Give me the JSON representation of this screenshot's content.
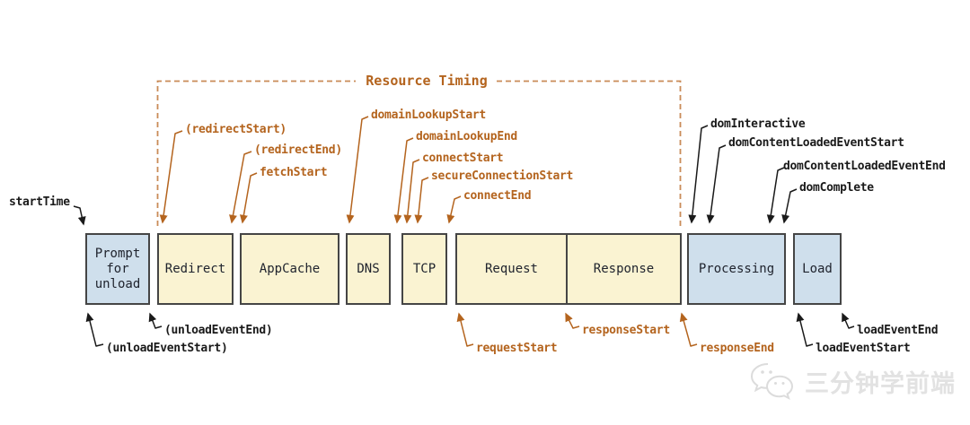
{
  "diagram": {
    "bracket_title": "Resource Timing",
    "boxes": [
      {
        "label": "Prompt\nfor\nunload",
        "type": "blue"
      },
      {
        "label": "Redirect",
        "type": "yellow"
      },
      {
        "label": "AppCache",
        "type": "yellow"
      },
      {
        "label": "DNS",
        "type": "yellow"
      },
      {
        "label": "TCP",
        "type": "yellow"
      },
      {
        "label": "Request",
        "type": "yellow"
      },
      {
        "label": "Response",
        "type": "yellow"
      },
      {
        "label": "Processing",
        "type": "blue"
      },
      {
        "label": "Load",
        "type": "blue"
      }
    ],
    "events": {
      "startTime": "startTime",
      "redirectStart": "(redirectStart)",
      "redirectEnd": "(redirectEnd)",
      "fetchStart": "fetchStart",
      "domainLookupStart": "domainLookupStart",
      "domainLookupEnd": "domainLookupEnd",
      "connectStart": "connectStart",
      "secureConnectionStart": "secureConnectionStart",
      "connectEnd": "connectEnd",
      "domInteractive": "domInteractive",
      "domContentLoadedEventStart": "domContentLoadedEventStart",
      "domContentLoadedEventEnd": "domContentLoadedEventEnd",
      "domComplete": "domComplete",
      "unloadEventStart": "(unloadEventStart)",
      "unloadEventEnd": "(unloadEventEnd)",
      "requestStart": "requestStart",
      "responseStart": "responseStart",
      "responseEnd": "responseEnd",
      "loadEventStart": "loadEventStart",
      "loadEventEnd": "loadEventEnd"
    },
    "colors": {
      "orange_label": "#b4641e",
      "black_label": "#1a1a1a",
      "box_blue_fill": "#cfdfec",
      "box_yellow_fill": "#faf3d2",
      "box_border": "#454545",
      "bracket_dash": "#c98b57",
      "watermark_gray": "#e2e2e2"
    },
    "watermark": {
      "icon": "wechat-icon",
      "text": "三分钟学前端"
    }
  }
}
